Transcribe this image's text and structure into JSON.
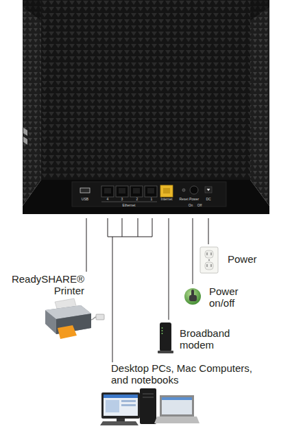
{
  "diagram": {
    "nodes": [
      {
        "text": [
          "USB",
          "4",
          "3",
          "2",
          "1",
          "Internet",
          "Reset",
          "Power",
          "DC",
          "Ethernet",
          "On",
          "Off"
        ]
      },
      {
        "text": [
          "ReadySHARE® Printer"
        ]
      },
      {
        "text": [
          "Power"
        ]
      },
      {
        "text": [
          "Power on/off"
        ]
      },
      {
        "text": [
          "Broadband modem"
        ]
      },
      {
        "text": [
          "Desktop PCs, Mac Computers, and notebooks"
        ]
      }
    ],
    "edges": [
      {
        "from": 0,
        "to": 1,
        "arrow": "none"
      },
      {
        "from": 0,
        "to": 2,
        "arrow": "none"
      },
      {
        "from": 0,
        "to": 3,
        "arrow": "none"
      },
      {
        "from": 0,
        "to": 4,
        "arrow": "none"
      },
      {
        "from": 0,
        "to": 5,
        "arrow": "none"
      }
    ]
  }
}
